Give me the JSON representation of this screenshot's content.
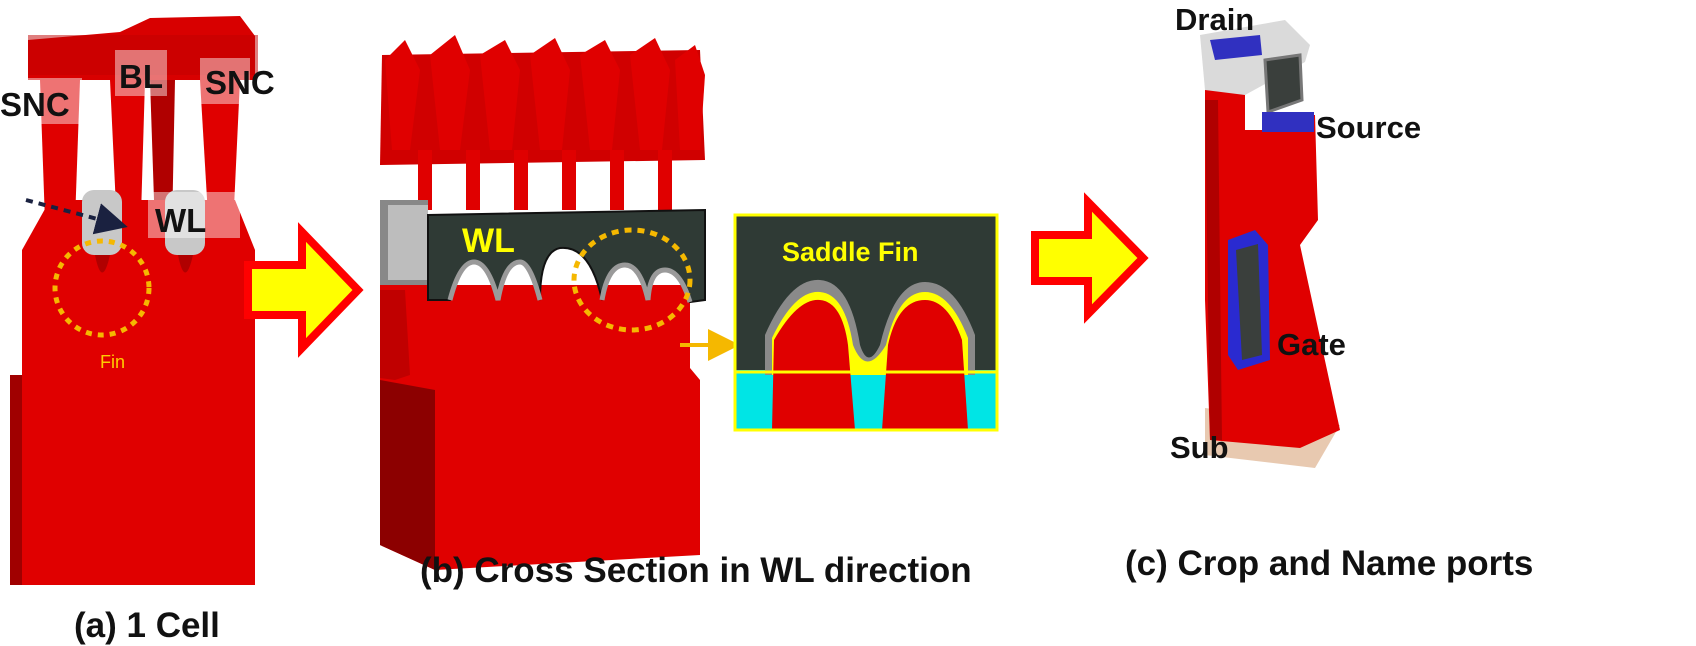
{
  "panel_a": {
    "labels": {
      "snc_left": "SNC",
      "bl": "BL",
      "snc_right": "SNC",
      "wl": "WL",
      "fin": "Fin"
    },
    "caption": "(a) 1 Cell"
  },
  "panel_b": {
    "labels": {
      "wl": "WL",
      "saddle_fin": "Saddle Fin"
    },
    "caption": "(b) Cross Section in WL direction"
  },
  "panel_c": {
    "labels": {
      "drain": "Drain",
      "source": "Source",
      "gate": "Gate",
      "sub": "Sub"
    },
    "caption": "(c) Crop and Name ports"
  },
  "colors": {
    "silicon_red": "#e00000",
    "dark_red": "#8c0000",
    "wl_dark": "#2f3a35",
    "oxide_yellow": "#ffff00",
    "sti_cyan": "#00e5e5",
    "arrow_fill": "#ffff00",
    "arrow_outline": "#ff0000",
    "port_blue": "#2a2ad0",
    "fin_marker_orange": "#f5b800"
  },
  "icons": [
    "flow-arrow-icon",
    "flow-arrow-icon",
    "callout-arrow-icon",
    "direction-arrow-icon"
  ]
}
